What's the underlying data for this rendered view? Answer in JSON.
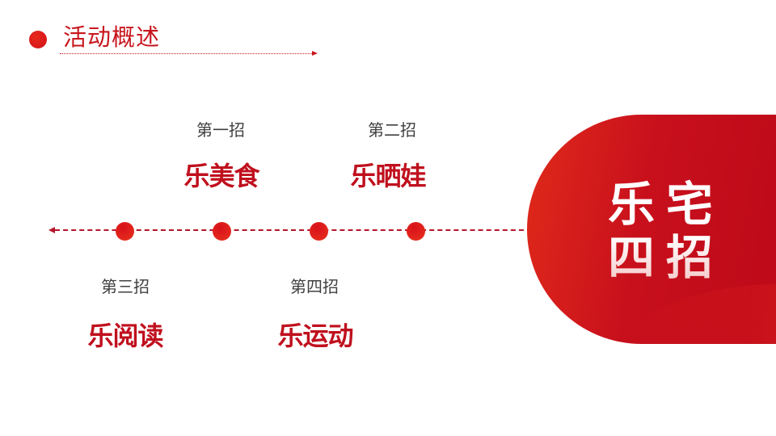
{
  "header": {
    "title": "活动概述"
  },
  "colors": {
    "primary_red": "#c8161d",
    "dark_red_text": "#c0101e",
    "label_gray": "#404040",
    "hero_gradient_start": "#e02a1a",
    "hero_gradient_end": "#bf0a1a"
  },
  "steps": [
    {
      "label": "第一招",
      "name": "乐美食"
    },
    {
      "label": "第二招",
      "name": "乐晒娃"
    },
    {
      "label": "第三招",
      "name": "乐阅读"
    },
    {
      "label": "第四招",
      "name": "乐运动"
    }
  ],
  "hero": {
    "line1": "乐宅",
    "line2": "四招"
  }
}
